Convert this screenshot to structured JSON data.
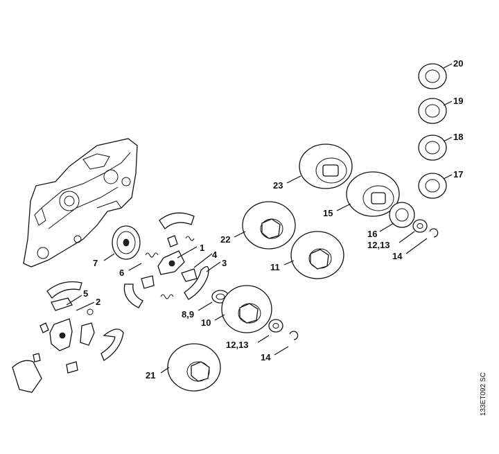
{
  "diagram_code": "133ET092 SC",
  "callouts": [
    {
      "id": "c20",
      "text": "20"
    },
    {
      "id": "c19",
      "text": "19"
    },
    {
      "id": "c18",
      "text": "18"
    },
    {
      "id": "c17",
      "text": "17"
    },
    {
      "id": "c23",
      "text": "23"
    },
    {
      "id": "c15",
      "text": "15"
    },
    {
      "id": "c16",
      "text": "16"
    },
    {
      "id": "c1213a",
      "text": "12,13"
    },
    {
      "id": "c14a",
      "text": "14"
    },
    {
      "id": "c22",
      "text": "22"
    },
    {
      "id": "c11",
      "text": "11"
    },
    {
      "id": "c1",
      "text": "1"
    },
    {
      "id": "c4",
      "text": "4"
    },
    {
      "id": "c3",
      "text": "3"
    },
    {
      "id": "c7",
      "text": "7"
    },
    {
      "id": "c6",
      "text": "6"
    },
    {
      "id": "c5",
      "text": "5"
    },
    {
      "id": "c2",
      "text": "2"
    },
    {
      "id": "c89",
      "text": "8,9"
    },
    {
      "id": "c10",
      "text": "10"
    },
    {
      "id": "c1213b",
      "text": "12,13"
    },
    {
      "id": "c14b",
      "text": "14"
    },
    {
      "id": "c21",
      "text": "21"
    }
  ]
}
